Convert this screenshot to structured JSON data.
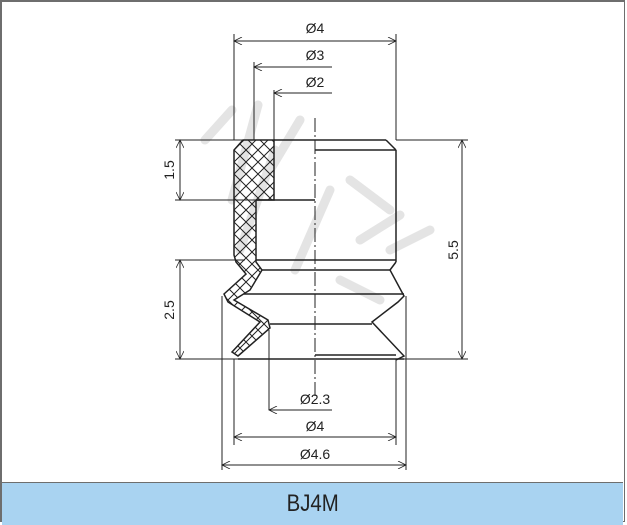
{
  "title": "BJ4M",
  "colors": {
    "title_bar_bg": "#a9d3f1",
    "line": "#222222",
    "border": "#6e6e6e",
    "watermark": "#d8d8d8"
  },
  "dimensions": {
    "top": [
      {
        "label": "Ø4",
        "name": "outer-diameter-top"
      },
      {
        "label": "Ø3",
        "name": "mid-diameter-top"
      },
      {
        "label": "Ø2",
        "name": "inner-diameter-top"
      }
    ],
    "bottom": [
      {
        "label": "Ø2.3",
        "name": "inner-diameter-bottom"
      },
      {
        "label": "Ø4",
        "name": "lip-diameter-bottom"
      },
      {
        "label": "Ø4.6",
        "name": "outer-diameter-bottom"
      }
    ],
    "left": [
      {
        "label": "1.5",
        "name": "neck-height"
      },
      {
        "label": "2.5",
        "name": "bellows-height"
      }
    ],
    "right": [
      {
        "label": "5.5",
        "name": "total-height"
      }
    ]
  }
}
